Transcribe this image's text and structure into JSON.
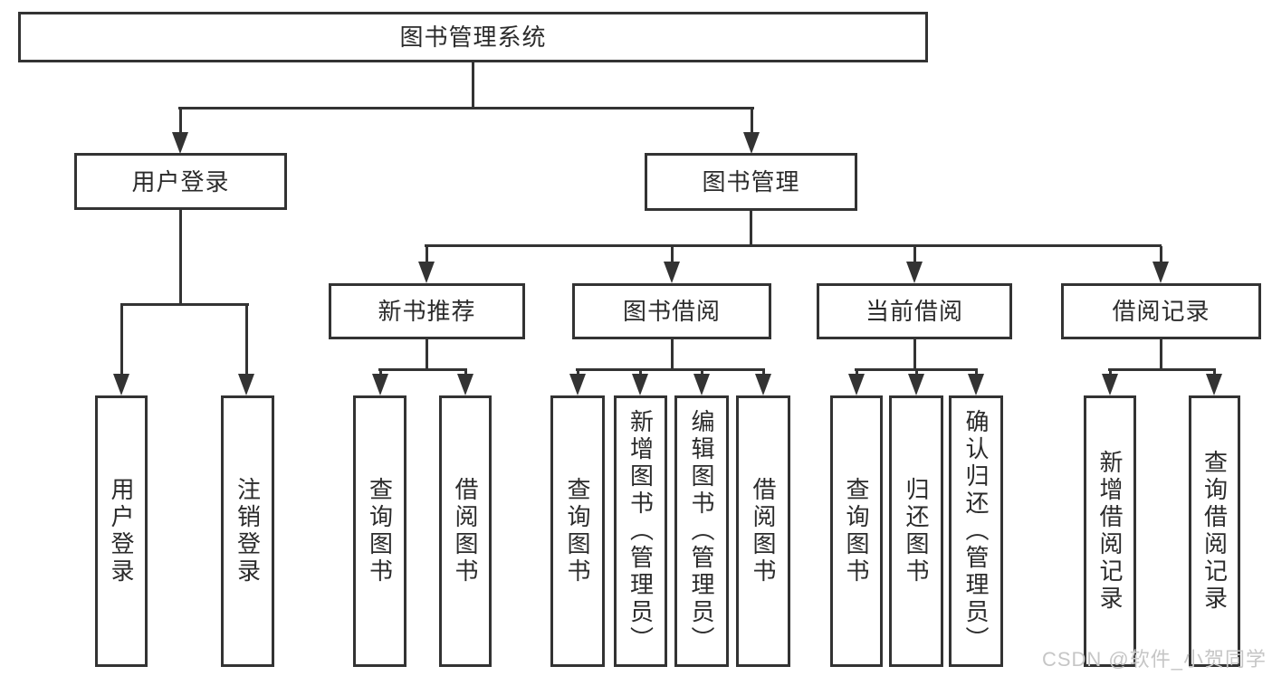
{
  "diagram_title": "图书管理系统",
  "nodes": {
    "root": "图书管理系统",
    "user_login": "用户登录",
    "book_management": "图书管理",
    "new_book_recommend": "新书推荐",
    "book_borrowing": "图书借阅",
    "current_borrowing": "当前借阅",
    "borrowing_records": "借阅记录"
  },
  "leaves": {
    "user_login": [
      "用户登录",
      "注销登录"
    ],
    "new_book_recommend": [
      "查询图书",
      "借阅图书"
    ],
    "book_borrowing": [
      "查询图书",
      "新增图书（管理员）",
      "编辑图书（管理员）",
      "借阅图书"
    ],
    "current_borrowing": [
      "查询图书",
      "归还图书",
      "确认归还（管理员）"
    ],
    "borrowing_records": [
      "新增借阅记录",
      "查询借阅记录"
    ]
  },
  "watermark": "CSDN @软件_小贺同学",
  "colors": {
    "line": "#333333",
    "text": "#2b2b2b",
    "watermark": "#c6c6c6",
    "background": "#ffffff"
  }
}
